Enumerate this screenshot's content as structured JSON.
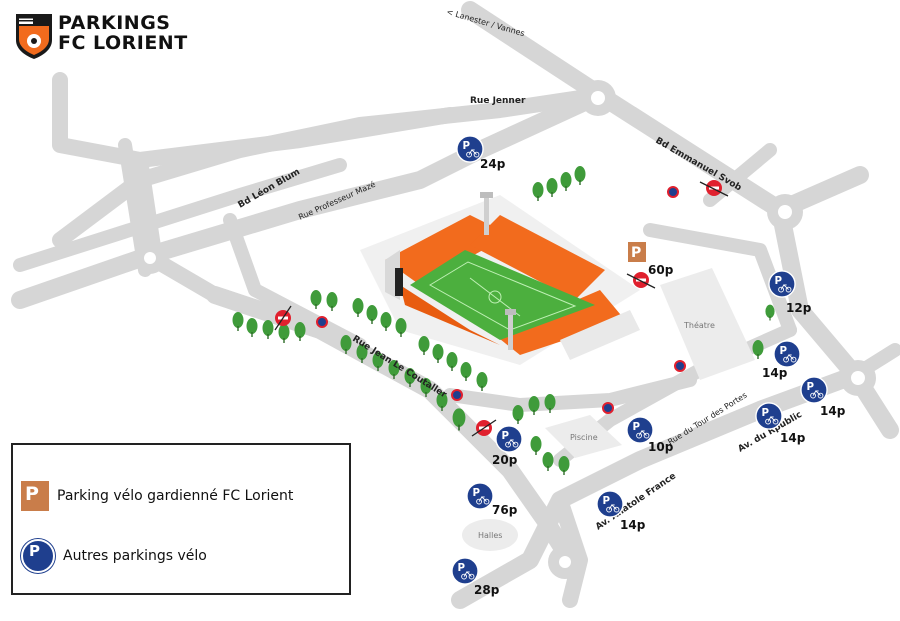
{
  "brand": {
    "line1": "PARKINGS",
    "line2": "FC LORIENT"
  },
  "colors": {
    "road": "#d6d6d6",
    "stand": "#f26b1d",
    "pitch": "#4caf3e",
    "tree": "#3f9b3a",
    "bike_parking": "#1f3f8e",
    "guarded_parking": "#c97d4a",
    "no_entry": "#e0202e"
  },
  "streets": {
    "lanester": "< Lanester / Vannes",
    "jenner": "Rue Jenner",
    "blum": "Bd Léon Blum",
    "maze": "Rue Professeur Mazé",
    "svob": "Bd Emmanuel Svob",
    "coutaller": "Rue Jean Le Coutaller",
    "tour": "Rue du Tour des Portes",
    "france": "Av. Anatole France",
    "republic": "Av. du Rpublic"
  },
  "places": {
    "theatre": "Théatre",
    "piscine": "Piscine",
    "halles": "Halles"
  },
  "parkings": {
    "p24": "24p",
    "p60": "60p",
    "p12": "12p",
    "p14a": "14p",
    "p14b": "14p",
    "p14c": "14p",
    "p10": "10p",
    "p20": "20p",
    "p76": "76p",
    "p14d": "14p",
    "p28": "28p"
  },
  "legend": {
    "guarded": "Parking vélo gardienné FC Lorient",
    "others": "Autres parkings vélo",
    "guarded_icon": "P",
    "others_icon": "P"
  },
  "icons": [
    "bike-parking-icon",
    "guarded-bike-parking-icon",
    "no-entry-icon",
    "no-parking-icon",
    "tree-icon",
    "stadium-icon",
    "club-crest-icon"
  ]
}
